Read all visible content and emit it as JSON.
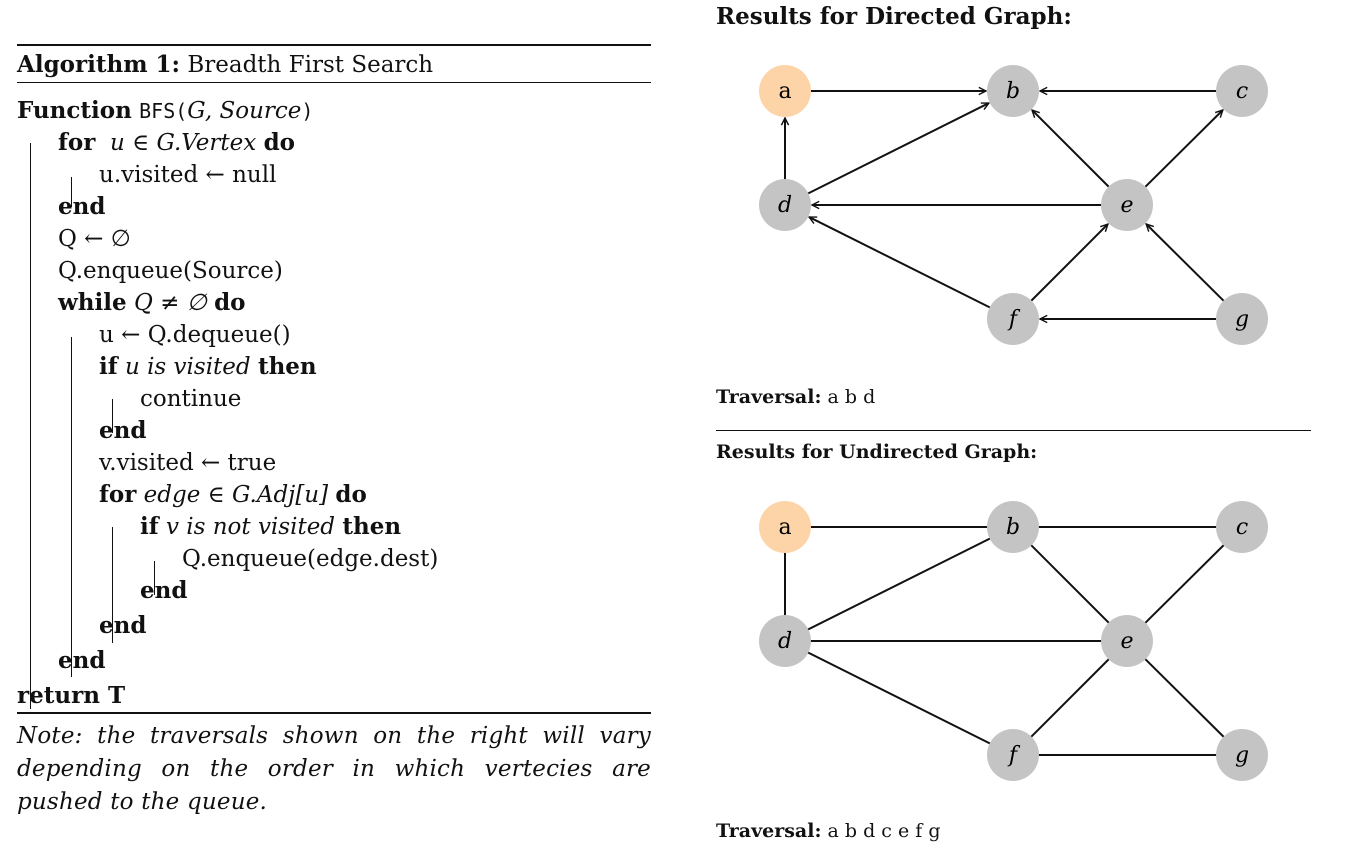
{
  "algorithm": {
    "number_label": "Algorithm 1:",
    "title": "Breadth First Search",
    "lines": {
      "fn_kw": "Function",
      "fn_name": "BFS(",
      "fn_args": "G, Source",
      "fn_close": ")",
      "for1_kw": "for",
      "for1_expr": "u ∈ G.Vertex",
      "for1_do": "do",
      "visited_null": "u.visited ← null",
      "end1": "end",
      "q_init": "Q ← ∅",
      "enqueue_src": "Q.enqueue(Source)",
      "while_kw": "while",
      "while_expr": "Q ≠ ∅",
      "while_do": "do",
      "dequeue": "u ← Q.dequeue()",
      "if1_kw": "if",
      "if1_expr": "u is visited",
      "if1_then": "then",
      "continue": "continue",
      "end2": "end",
      "visited_true": "v.visited ← true",
      "for2_kw": "for",
      "for2_expr": "edge ∈ G.Adj[u]",
      "for2_do": "do",
      "if2_kw": "if",
      "if2_expr": "v is not visited",
      "if2_then": "then",
      "enqueue_dest": "Q.enqueue(edge.dest)",
      "end3": "end",
      "end4": "end",
      "end5": "end",
      "return": "return T"
    },
    "note": "Note: the traversals shown on the right will vary depending on the order in which vertecies are pushed to the queue."
  },
  "directed": {
    "title": "Results for Directed Graph:",
    "traversal_label": "Traversal:",
    "traversal": "a b d"
  },
  "undirected": {
    "title": "Results for Undirected Graph:",
    "traversal_label": "Traversal:",
    "traversal": "a b d c e f g"
  },
  "graph": {
    "nodes": [
      "a",
      "b",
      "c",
      "d",
      "e",
      "f",
      "g"
    ],
    "source_node": "a",
    "directed_edges": [
      [
        "a",
        "b"
      ],
      [
        "d",
        "a"
      ],
      [
        "d",
        "b"
      ],
      [
        "e",
        "b"
      ],
      [
        "c",
        "b"
      ],
      [
        "e",
        "c"
      ],
      [
        "e",
        "d"
      ],
      [
        "f",
        "d"
      ],
      [
        "f",
        "e"
      ],
      [
        "g",
        "e"
      ],
      [
        "g",
        "f"
      ]
    ],
    "undirected_edges": [
      [
        "a",
        "b"
      ],
      [
        "a",
        "d"
      ],
      [
        "b",
        "c"
      ],
      [
        "b",
        "d"
      ],
      [
        "b",
        "e"
      ],
      [
        "c",
        "e"
      ],
      [
        "d",
        "e"
      ],
      [
        "d",
        "f"
      ],
      [
        "e",
        "f"
      ],
      [
        "e",
        "g"
      ],
      [
        "f",
        "g"
      ]
    ],
    "colors": {
      "source_fill": "#fdd4a8",
      "node_fill": "#c4c4c4",
      "edge": "#111111"
    }
  }
}
